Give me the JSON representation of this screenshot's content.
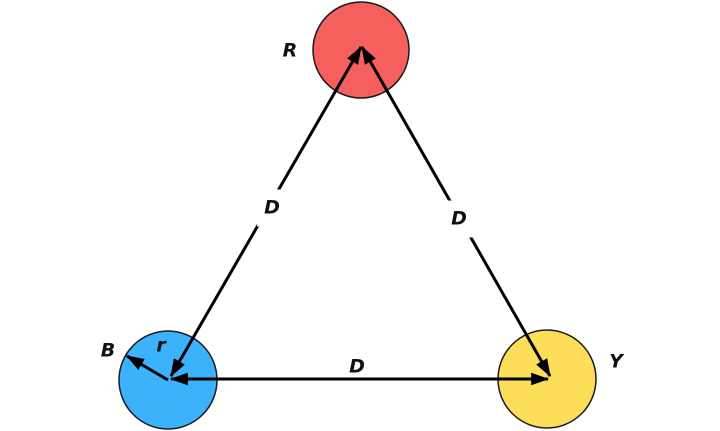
{
  "diagram": {
    "labels": {
      "red_node": "R",
      "blue_node": "B",
      "yellow_node": "Y",
      "radius": "r",
      "distance_left": "D",
      "distance_right": "D",
      "distance_bottom": "D"
    },
    "colors": {
      "red_circle_fill": "#f5605f",
      "blue_circle_fill": "#3bb2fb",
      "yellow_circle_fill": "#fdde59",
      "circle_stroke": "#1b1b1b",
      "arrow_stroke": "#000000",
      "label_text": "#111111",
      "background": "#ffffff"
    }
  }
}
